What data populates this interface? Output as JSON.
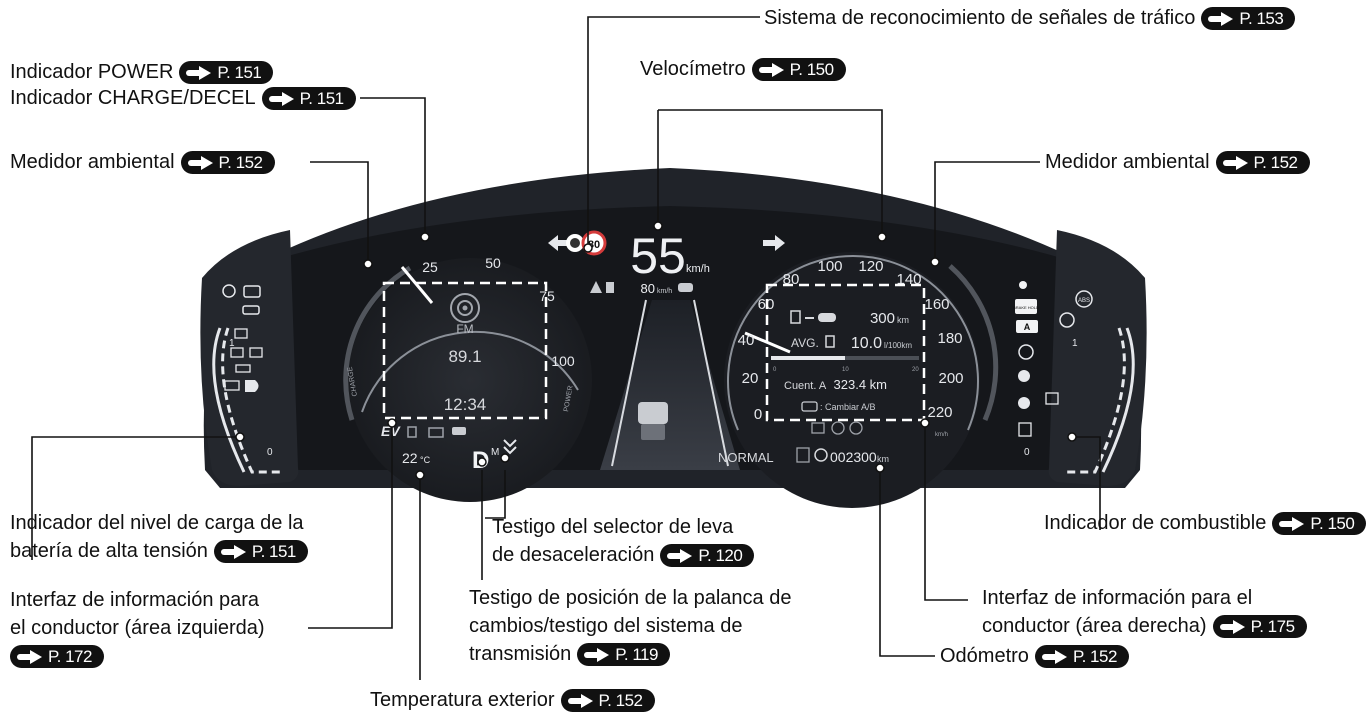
{
  "callouts": {
    "traffic_sign": {
      "text": "Sistema de reconocimiento de señales de tráfico",
      "page": "P. 153"
    },
    "power": {
      "text": "Indicador POWER",
      "page": "P. 151"
    },
    "charge_decel": {
      "text": "Indicador CHARGE/DECEL",
      "page": "P. 151"
    },
    "speedometer": {
      "text": "Velocímetro",
      "page": "P. 150"
    },
    "ambient_left": {
      "text": "Medidor ambiental",
      "page": "P. 152"
    },
    "ambient_right": {
      "text": "Medidor ambiental",
      "page": "P. 152"
    },
    "battery_level": {
      "line1": "Indicador del nivel de carga de la",
      "line2": "batería de alta tensión",
      "page": "P. 151"
    },
    "info_left": {
      "line1": "Interfaz de información para",
      "line2": "el conductor (área izquierda)",
      "page": "P. 172"
    },
    "paddle_selector": {
      "line1": "Testigo del selector de leva",
      "line2": "de desaceleración",
      "page": "P. 120"
    },
    "shift_position": {
      "line1": "Testigo de posición de la palanca de",
      "line2": "cambios/testigo del sistema de",
      "line3": "transmisión",
      "page": "P. 119"
    },
    "outside_temp": {
      "text": "Temperatura exterior",
      "page": "P. 152"
    },
    "fuel_gauge": {
      "text": "Indicador de combustible",
      "page": "P. 150"
    },
    "info_right": {
      "line1": "Interfaz de información para el",
      "line2": "conductor (área derecha)",
      "page": "P. 175"
    },
    "odometer": {
      "text": "Odómetro",
      "page": "P. 152"
    }
  },
  "cluster": {
    "speed": "55",
    "speed_unit": "km/h",
    "sign_limit": "80",
    "limit_readout": "80",
    "limit_unit": "km/h",
    "power_ticks": [
      "25",
      "50",
      "75",
      "100"
    ],
    "charge_label": "CHARGE",
    "power_label": "POWER",
    "speedo_ticks": [
      "0",
      "20",
      "40",
      "60",
      "80",
      "100",
      "120",
      "140",
      "160",
      "180",
      "200",
      "220"
    ],
    "speedo_unit": "km/h",
    "audio_band": "FM",
    "audio_freq": "89.1",
    "clock": "12:34",
    "ev_label": "EV",
    "temperature": "22",
    "temp_unit": "°C",
    "gear": "D",
    "gear_mode": "M",
    "drive_mode": "NORMAL",
    "odometer": "002300",
    "odometer_unit": "km",
    "range_value": "300",
    "range_unit": "km",
    "avg_label": "AVG.",
    "avg_value": "10.0",
    "avg_unit": "l/100km",
    "bar_ticks": [
      "0",
      "10",
      "20"
    ],
    "trip_label": "Cuent. A",
    "trip_value": "323.4 km",
    "trip_hint": ": Cambiar A/B",
    "fuel_scale_top": "1",
    "fuel_scale_bottom": "0",
    "battery_scale_top": "1",
    "battery_scale_bottom": "0",
    "brake_hold": "BRAKE HOLD",
    "abs": "ABS",
    "auto_hold": "A",
    "colors": {
      "panel_dark": "#16181c",
      "accent_white": "#ffffff",
      "text_grey": "#c9ccd1"
    }
  }
}
